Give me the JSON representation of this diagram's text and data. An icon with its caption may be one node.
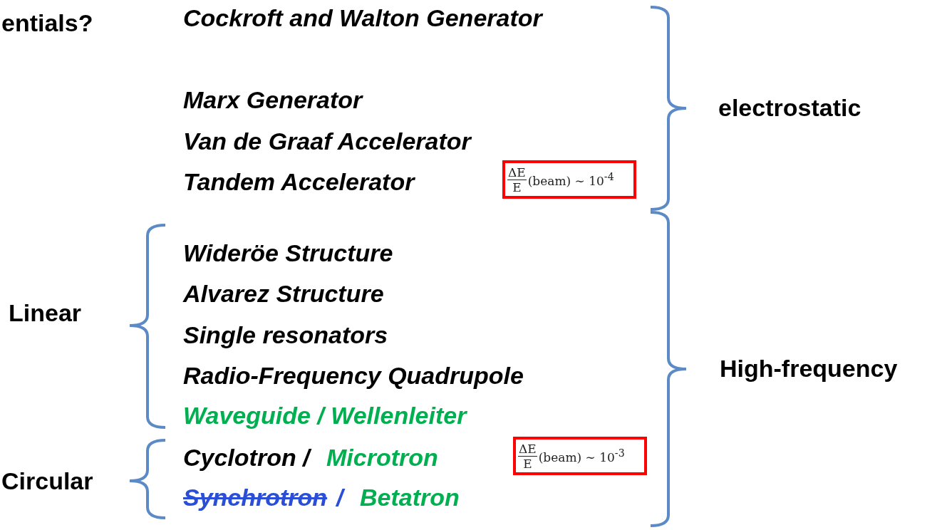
{
  "diagram": {
    "nodes": [
      {
        "text": [
          "ΔE",
          "E",
          "(beam) ∼ 10$^{-4}$"
        ]
      },
      {
        "text": [
          "ΔE",
          "E",
          "(beam) ∼ 10$^{-3}$"
        ]
      }
    ],
    "edges": [],
    "labels": [
      "entials?",
      "Cockroft and Walton Generator",
      "Marx Generator",
      "Van de Graaf Accelerator",
      "electrostatic",
      "Tandem Accelerator",
      "Wideröe Structure",
      "Alvarez Structure",
      "Linear",
      "Single resonators",
      "Radio-Frequency Quadrupole",
      "High-frequency",
      "Waveguide / Wellenleiter",
      "Cyclotron /",
      "Microtron",
      "Circular",
      "Synchrotron",
      "/",
      "Betatron"
    ]
  }
}
